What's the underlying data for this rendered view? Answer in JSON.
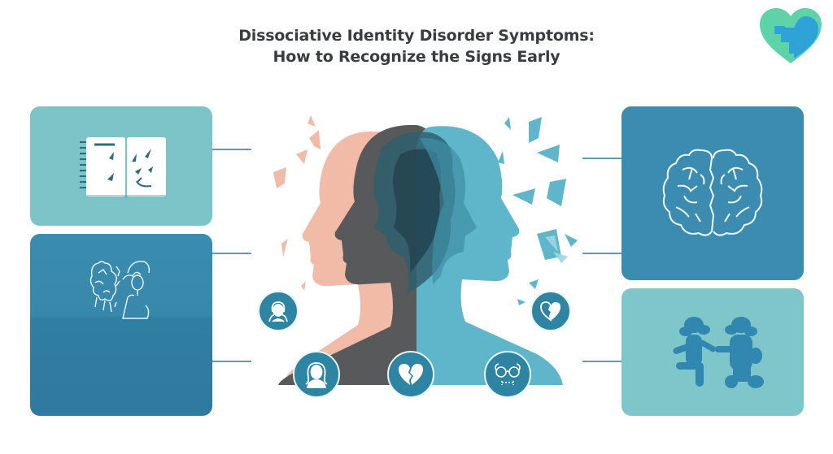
{
  "header": {
    "title_line1": "Dissociative Identity Disorder Symptoms:",
    "title_line2": "How to Recognize the Signs Early"
  },
  "brand": {
    "logo_icon": "heart-medical-cross-icon",
    "colors": {
      "green": "#5ed3a8",
      "blue": "#2fa3d8"
    }
  },
  "panels": [
    {
      "id": "memory-gaps",
      "icon": "torn-journal-icon",
      "side": "left",
      "color": "#7cc4c8"
    },
    {
      "id": "identity-shift",
      "icon": "fragmented-faces-icon",
      "side": "left",
      "color": "#3a8daf"
    },
    {
      "id": "cognitive",
      "icon": "brain-icon",
      "side": "right",
      "color": "#3b8cb0"
    },
    {
      "id": "alters",
      "icon": "children-playing-icon",
      "side": "right",
      "color": "#7fc6cb"
    }
  ],
  "center": {
    "illustration": "three-overlapping-head-silhouettes",
    "colors": {
      "peach": "#f2bba8",
      "charcoal": "#5a5a5c",
      "teal": "#5fb6cb",
      "dark_teal": "#2f5f6e"
    }
  },
  "circle_icons": [
    {
      "icon": "woman-headset-icon"
    },
    {
      "icon": "broken-heart-icon"
    },
    {
      "icon": "woman-portrait-icon"
    },
    {
      "icon": "broken-heart-icon"
    },
    {
      "icon": "glasses-face-icon"
    }
  ],
  "colors": {
    "connector": "#5f9ea6",
    "title_text": "#3a3d40",
    "circle_fill": "#2e84a3"
  }
}
